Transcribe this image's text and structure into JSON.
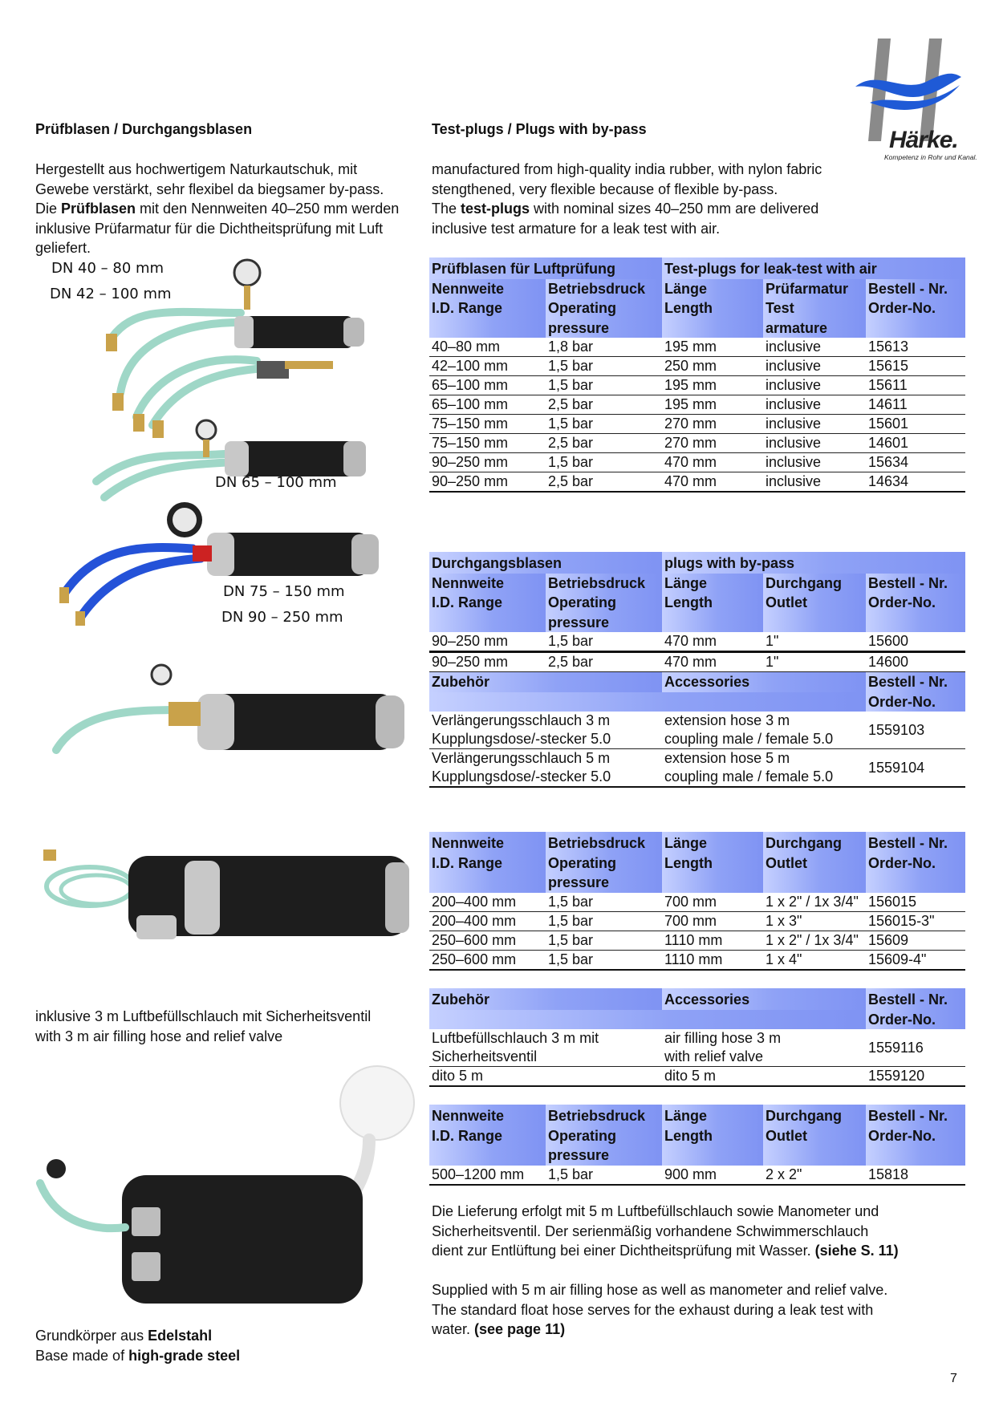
{
  "logo": {
    "brand": "Härke.",
    "tagline": "Kompetenz in Rohr und Kanal."
  },
  "left": {
    "heading": "Prüfblasen / Durchgangsblasen",
    "intro_line1": "Hergestellt aus hochwertigem Naturkautschuk, mit",
    "intro_line2": "Gewebe verstärkt, sehr flexibel da biegsamer by-pass.",
    "intro_line3_pre": "Die ",
    "intro_line3_bold": "Prüfblasen",
    "intro_line3_post": " mit den Nennweiten 40–250 mm werden",
    "intro_line4": "inklusive Prüfarmatur für die Dichtheitsprüfung mit Luft",
    "intro_line5": "geliefert.",
    "dn_labels": [
      "DN 40 – 80 mm",
      "DN 42 – 100 mm",
      "DN 65 – 100 mm",
      "DN 75 – 150 mm",
      "DN 90 – 250 mm"
    ],
    "hose_note_line1": "inklusive 3 m Luftbefüllschlauch mit Sicherheitsventil",
    "hose_note_line2": "with 3 m air filling hose and relief valve",
    "base_line1_pre": "Grundkörper aus ",
    "base_line1_bold": "Edelstahl",
    "base_line2_pre": "Base made of ",
    "base_line2_bold": "high-grade steel"
  },
  "right": {
    "heading": "Test-plugs / Plugs with by-pass",
    "intro_line1": "manufactured from high-quality india rubber, with nylon fabric",
    "intro_line2": "stengthened, very flexible because of flexible by-pass.",
    "intro_line3_pre": "The ",
    "intro_line3_bold": "test-plugs",
    "intro_line3_post": " with nominal sizes 40–250 mm are delivered",
    "intro_line4": "inclusive test armature for a leak test with air."
  },
  "table1": {
    "title_de": "Prüfblasen für Luftprüfung",
    "title_en": "Test-plugs for leak-test with air",
    "headers": [
      [
        "Nennweite",
        "I.D. Range",
        ""
      ],
      [
        "Betriebsdruck",
        "Operating",
        "pressure"
      ],
      [
        "Länge",
        "Length",
        ""
      ],
      [
        "Prüfarmatur",
        "Test",
        "armature"
      ],
      [
        "Bestell - Nr.",
        "Order-No.",
        ""
      ]
    ],
    "rows": [
      [
        "40–80 mm",
        "1,8 bar",
        "195 mm",
        "inclusive",
        "15613"
      ],
      [
        "42–100 mm",
        "1,5 bar",
        "250 mm",
        "inclusive",
        "15615"
      ],
      [
        "65–100 mm",
        "1,5 bar",
        "195 mm",
        "inclusive",
        "15611"
      ],
      [
        "65–100 mm",
        "2,5 bar",
        "195 mm",
        "inclusive",
        "14611"
      ],
      [
        "75–150 mm",
        "1,5 bar",
        "270 mm",
        "inclusive",
        "15601"
      ],
      [
        "75–150 mm",
        "2,5 bar",
        "270 mm",
        "inclusive",
        "14601"
      ],
      [
        "90–250 mm",
        "1,5 bar",
        "470 mm",
        "inclusive",
        "15634"
      ],
      [
        "90–250 mm",
        "2,5 bar",
        "470 mm",
        "inclusive",
        "14634"
      ]
    ]
  },
  "table2": {
    "title_de": "Durchgangsblasen",
    "title_en": "plugs with by-pass",
    "headers": [
      [
        "Nennweite",
        "I.D. Range",
        ""
      ],
      [
        "Betriebsdruck",
        "Operating",
        "pressure"
      ],
      [
        "Länge",
        "Length",
        ""
      ],
      [
        "Durchgang",
        "Outlet",
        ""
      ],
      [
        "Bestell - Nr.",
        "Order-No.",
        ""
      ]
    ],
    "rows": [
      [
        "90–250 mm",
        "1,5 bar",
        "470 mm",
        "1\"",
        "15600"
      ],
      [
        "90–250 mm",
        "2,5 bar",
        "470 mm",
        "1\"",
        "14600"
      ]
    ],
    "acc_header": [
      "Zubehör",
      "Accessories",
      "Bestell - Nr.",
      "Order-No."
    ],
    "acc_rows": [
      [
        "Verlängerungsschlauch 3 m",
        "Kupplungsdose/-stecker 5.0",
        "extension hose 3 m",
        "coupling male / female 5.0",
        "1559103"
      ],
      [
        "Verlängerungsschlauch 5 m",
        "Kupplungsdose/-stecker 5.0",
        "extension hose 5 m",
        "coupling male / female 5.0",
        "1559104"
      ]
    ]
  },
  "table3": {
    "headers": [
      [
        "Nennweite",
        "I.D. Range",
        ""
      ],
      [
        "Betriebsdruck",
        "Operating",
        "pressure"
      ],
      [
        "Länge",
        "Length",
        ""
      ],
      [
        "Durchgang",
        "Outlet",
        ""
      ],
      [
        "Bestell - Nr.",
        "Order-No.",
        ""
      ]
    ],
    "rows": [
      [
        "200–400 mm",
        "1,5 bar",
        "700 mm",
        "1 x 2\" / 1x 3/4\"",
        "156015"
      ],
      [
        "200–400 mm",
        "1,5 bar",
        "700 mm",
        "1 x 3\"",
        "156015-3\""
      ],
      [
        "250–600 mm",
        "1,5 bar",
        "1110 mm",
        "1 x 2\" / 1x 3/4\"",
        "15609"
      ],
      [
        "250–600 mm",
        "1,5 bar",
        "1110 mm",
        "1 x 4\"",
        "15609-4\""
      ]
    ]
  },
  "table4": {
    "acc_header": [
      "Zubehör",
      "Accessories",
      "Bestell - Nr.",
      "Order-No."
    ],
    "acc_rows": [
      [
        "Luftbefüllschlauch 3 m mit",
        "Sicherheitsventil",
        "air filling hose 3 m",
        "with relief valve",
        "1559116"
      ]
    ],
    "dito_row": [
      "dito 5 m",
      "dito 5 m",
      "1559120"
    ]
  },
  "table5": {
    "headers": [
      [
        "Nennweite",
        "I.D. Range",
        ""
      ],
      [
        "Betriebsdruck",
        "Operating",
        "pressure"
      ],
      [
        "Länge",
        "Length",
        ""
      ],
      [
        "Durchgang",
        "Outlet",
        ""
      ],
      [
        "Bestell - Nr.",
        "Order-No.",
        ""
      ]
    ],
    "rows": [
      [
        "500–1200 mm",
        "1,5 bar",
        "900 mm",
        "2 x 2\"",
        "15818"
      ]
    ]
  },
  "bottom_de": {
    "line1": "Die Lieferung erfolgt mit 5 m Luftbefüllschlauch sowie Manometer und",
    "line2": "Sicherheitsventil. Der serienmäßig vorhandene Schwimmerschlauch",
    "line3_pre": "dient zur Entlüftung bei einer Dichtheitsprüfung mit Wasser. ",
    "line3_bold": "(siehe S. 11)"
  },
  "bottom_en": {
    "line1": "Supplied with 5 m air filling hose as well as manometer  and relief valve.",
    "line2": "The standard float hose  serves for the exhaust during a leak test with",
    "line3_pre": "water.  ",
    "line3_bold": "(see page 11)"
  },
  "page_number": "7",
  "colors": {
    "header_band": "#8fa2f6",
    "logo_blue": "#1f5ad6",
    "logo_gray": "#8a8a8a"
  }
}
